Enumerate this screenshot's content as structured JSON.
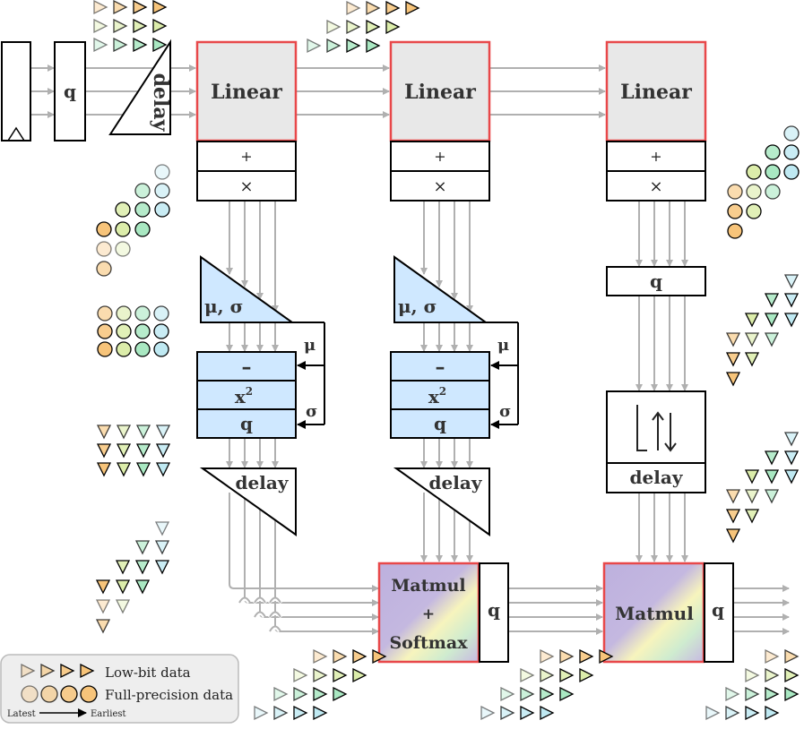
{
  "labels": {
    "q": "q",
    "delay": "delay",
    "linear": "Linear",
    "plus": "+",
    "times": "×",
    "mu_sigma": "μ, σ",
    "minus": "–",
    "x2": "x",
    "x2_sup": "2",
    "mu": "μ",
    "sigma": "σ",
    "matmul": "Matmul",
    "softmax": "Softmax",
    "transpose": "↑↓"
  },
  "legend": {
    "low_bit": "Low-bit data",
    "full_precision": "Full-precision data",
    "latest": "Latest",
    "earliest": "Earliest"
  },
  "colors": {
    "red_border": "#e8484a",
    "gray_fill": "#e8e8e8",
    "blue_fill": "#cfe8ff",
    "arrow": "#b0b0b0",
    "orange": "#f7c47a",
    "yellow_green": "#dcedaa",
    "green": "#a9e8c2",
    "cyan": "#bfe9f2"
  }
}
